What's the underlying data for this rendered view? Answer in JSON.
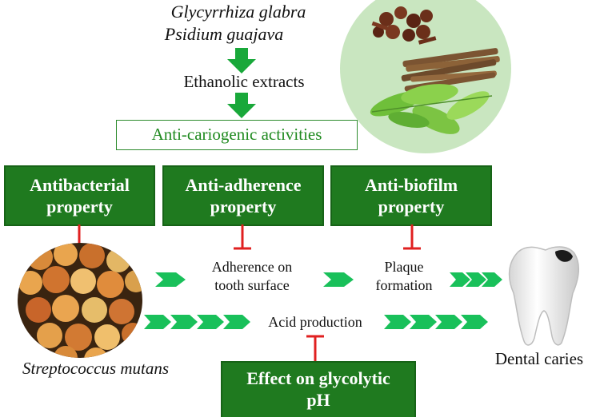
{
  "plants": {
    "line1": "Glycyrrhiza glabra",
    "line2": "Psidium guajava"
  },
  "extracts_label": "Ethanolic extracts",
  "activities_label": "Anti-cariogenic activities",
  "properties": [
    {
      "line1": "Antibacterial",
      "line2": "property"
    },
    {
      "line1": "Anti-adherence",
      "line2": "property"
    },
    {
      "line1": "Anti-biofilm",
      "line2": "property"
    }
  ],
  "steps": {
    "adherence_l1": "Adherence on",
    "adherence_l2": "tooth surface",
    "plaque_l1": "Plaque",
    "plaque_l2": "formation",
    "acid": "Acid production"
  },
  "organism_label": "Streptococcus mutans",
  "outcome_label": "Dental caries",
  "effect_box": {
    "line1": "Effect on glycolytic",
    "line2": "pH"
  },
  "colors": {
    "box_green": "#1f7a1f",
    "arrow_green": "#19c05a",
    "circle_green": "#c9e6c0",
    "inhibit_red": "#e02020"
  }
}
